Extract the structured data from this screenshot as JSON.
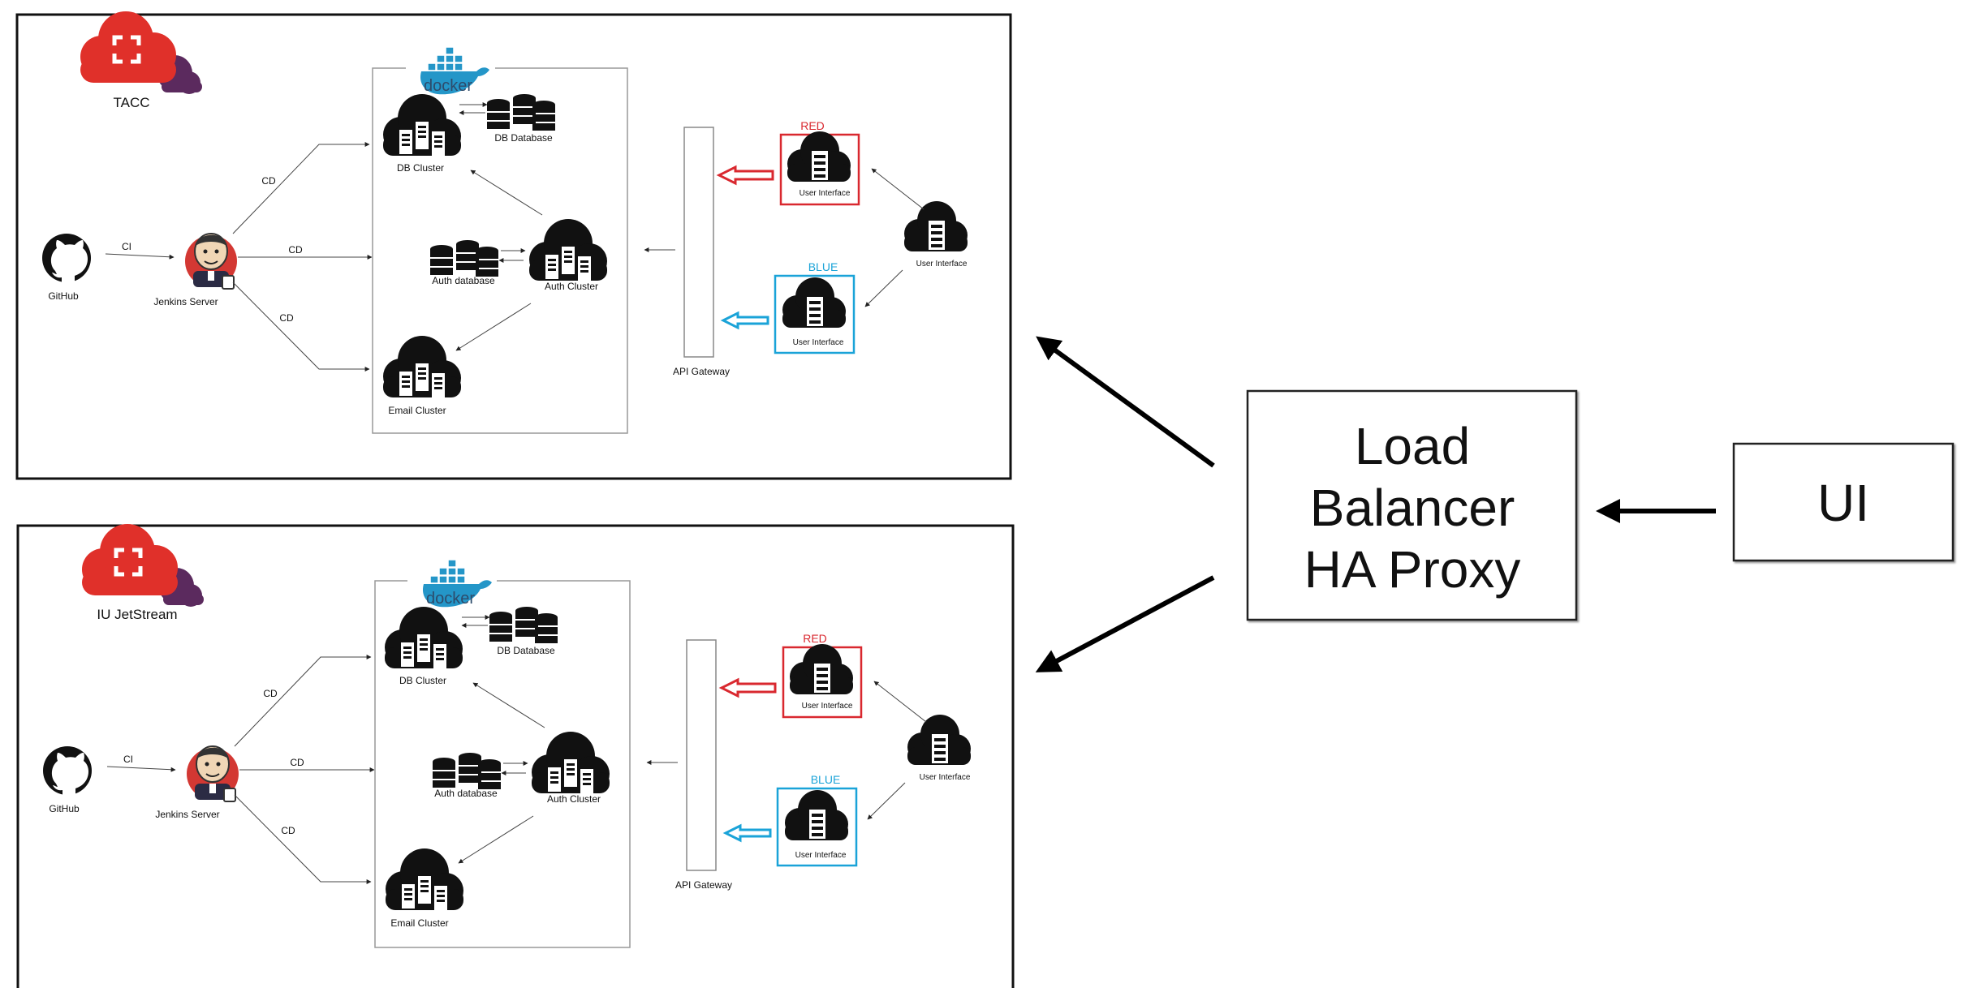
{
  "load_balancer": {
    "lines": [
      "Load",
      "Balancer",
      "HA Proxy"
    ]
  },
  "ui_box": {
    "label": "UI"
  },
  "panels": [
    {
      "site": "TACC",
      "github": "GitHub",
      "ci": "CI",
      "jenkins": "Jenkins Server",
      "cd_labels": [
        "CD",
        "CD",
        "CD"
      ],
      "docker": "docker",
      "db_cluster": "DB Cluster",
      "db_database": "DB Database",
      "auth_database": "Auth database",
      "auth_cluster": "Auth  Cluster",
      "email_cluster": "Email Cluster",
      "api_gateway": "API Gateway",
      "red_label": "RED",
      "blue_label": "BLUE",
      "ui_red": "User Interface",
      "ui_blue": "User Interface",
      "ui_client": "User Interface"
    },
    {
      "site": "IU JetStream",
      "github": "GitHub",
      "ci": "CI",
      "jenkins": "Jenkins Server",
      "cd_labels": [
        "CD",
        "CD",
        "CD"
      ],
      "docker": "docker",
      "db_cluster": "DB Cluster",
      "db_database": "DB Database",
      "auth_database": "Auth database",
      "auth_cluster": "Auth  Cluster",
      "email_cluster": "Email Cluster",
      "api_gateway": "API Gateway",
      "red_label": "RED",
      "blue_label": "BLUE",
      "ui_red": "User Interface",
      "ui_blue": "User Interface",
      "ui_client": "User Interface"
    }
  ],
  "colors": {
    "red": "#d9282f",
    "blue": "#1aa3d8",
    "cloud_red": "#e0302a",
    "cloud_purple": "#5b2a5e",
    "docker_blue": "#2496c8"
  }
}
